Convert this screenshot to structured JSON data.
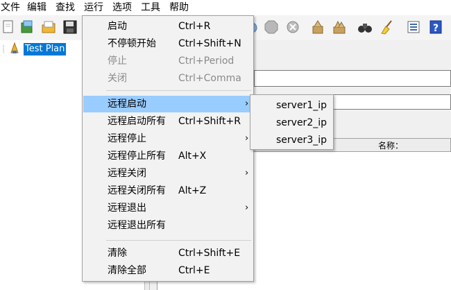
{
  "menubar": {
    "items": [
      {
        "label": "文件"
      },
      {
        "label": "编辑"
      },
      {
        "label": "查找"
      },
      {
        "label": "运行"
      },
      {
        "label": "选项"
      },
      {
        "label": "工具"
      },
      {
        "label": "帮助"
      }
    ]
  },
  "toolbar": {
    "icons": [
      "new-icon",
      "templates-icon",
      "open-icon",
      "save-icon",
      "remote-start-icon",
      "stop-icon",
      "shutdown-icon",
      "clear-icon",
      "clear-all-icon",
      "search-binoculars-icon",
      "reset-search-broom-icon",
      "function-helper-icon",
      "help-icon"
    ]
  },
  "tree": {
    "root_label": "Test Plan"
  },
  "right_pane": {
    "table_header_name": "名称："
  },
  "run_menu": {
    "items": [
      {
        "label": "启动",
        "shortcut": "Ctrl+R",
        "enabled": true
      },
      {
        "label": "不停顿开始",
        "shortcut": "Ctrl+Shift+N",
        "enabled": true
      },
      {
        "label": "停止",
        "shortcut": "Ctrl+Period",
        "enabled": false
      },
      {
        "label": "关闭",
        "shortcut": "Ctrl+Comma",
        "enabled": false
      },
      {
        "label": "远程启动",
        "shortcut": "",
        "submenu": true,
        "highlighted": true
      },
      {
        "label": "远程启动所有",
        "shortcut": "Ctrl+Shift+R"
      },
      {
        "label": "远程停止",
        "shortcut": "",
        "submenu": true
      },
      {
        "label": "远程停止所有",
        "shortcut": "Alt+X"
      },
      {
        "label": "远程关闭",
        "shortcut": "",
        "submenu": true
      },
      {
        "label": "远程关闭所有",
        "shortcut": "Alt+Z"
      },
      {
        "label": "远程退出",
        "shortcut": "",
        "submenu": true
      },
      {
        "label": "远程退出所有",
        "shortcut": ""
      },
      {
        "label": "清除",
        "shortcut": "Ctrl+Shift+E"
      },
      {
        "label": "清除全部",
        "shortcut": "Ctrl+E"
      }
    ],
    "submenu_arrow": "›"
  },
  "remote_start_submenu": {
    "items": [
      {
        "label": "server1_ip"
      },
      {
        "label": "server2_ip"
      },
      {
        "label": "server3_ip"
      }
    ]
  },
  "colors": {
    "highlight": "#99ccff",
    "selection": "#0078d7",
    "menu_bg": "#f2f2f2"
  }
}
